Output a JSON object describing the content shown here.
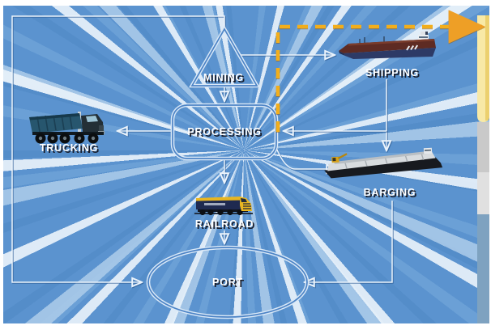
{
  "diagram": {
    "nodes": [
      {
        "id": "mining",
        "label": "MINING",
        "shape": "triangle"
      },
      {
        "id": "processing",
        "label": "PROCESSING",
        "shape": "rounded-rectangle"
      },
      {
        "id": "port",
        "label": "PORT",
        "shape": "ellipse"
      },
      {
        "id": "trucking",
        "label": "TRUCKING",
        "icon": "dump-truck"
      },
      {
        "id": "shipping",
        "label": "SHIPPING",
        "icon": "cargo-ship"
      },
      {
        "id": "barging",
        "label": "BARGING",
        "icon": "barge"
      },
      {
        "id": "railroad",
        "label": "RAILROAD",
        "icon": "locomotive"
      }
    ],
    "edges": [
      {
        "from": "mining",
        "to": "port",
        "route": "outer-left-loop"
      },
      {
        "from": "mining",
        "to": "processing"
      },
      {
        "from": "mining",
        "to": "shipping"
      },
      {
        "from": "processing",
        "to": "trucking"
      },
      {
        "from": "shipping",
        "to": "processing"
      },
      {
        "from": "shipping",
        "to": "barging"
      },
      {
        "from": "processing",
        "to": "barging"
      },
      {
        "from": "processing",
        "to": "railroad"
      },
      {
        "from": "railroad",
        "to": "port"
      },
      {
        "from": "barging",
        "to": "port"
      }
    ],
    "highlight_path": {
      "style": "dashed",
      "color": "#f2ae1c",
      "route": "from processing area up and off the right edge"
    },
    "colors": {
      "background_base": "#5b93cf",
      "background_stripe_light": "#adccea",
      "background_stripe_lighter": "#e8f1fa",
      "connector_line": "#ecf4fc",
      "shape_outline": "#4d84c6",
      "label_text": "#ffffff",
      "label_shadow": "#12121c",
      "dashed_accent": "#f2ae1c",
      "edge_bar_cream": "#f8e9a6",
      "edge_bar_gray": "#c9c9c9",
      "edge_bar_light_gray": "#e0e0e0",
      "edge_bar_blue_gray": "#7ea2c0"
    }
  }
}
